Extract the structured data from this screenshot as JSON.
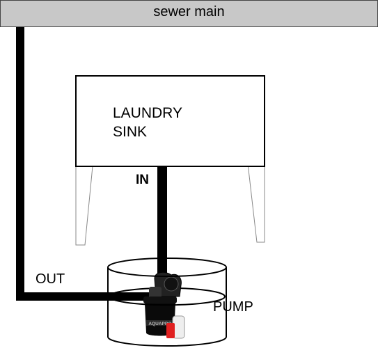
{
  "labels": {
    "sewer_main": "sewer main",
    "sink_line1": "LAUNDRY",
    "sink_line2": "SINK",
    "inlet": "IN",
    "outlet": "OUT",
    "pump": "PUMP",
    "pump_brand": "AQUAPRO"
  },
  "colors": {
    "sewer_fill": "#c8c8c8",
    "pipe": "#000000",
    "valve_handle": "#e02020",
    "valve_body": "#eeeeee",
    "outline": "#000000"
  }
}
